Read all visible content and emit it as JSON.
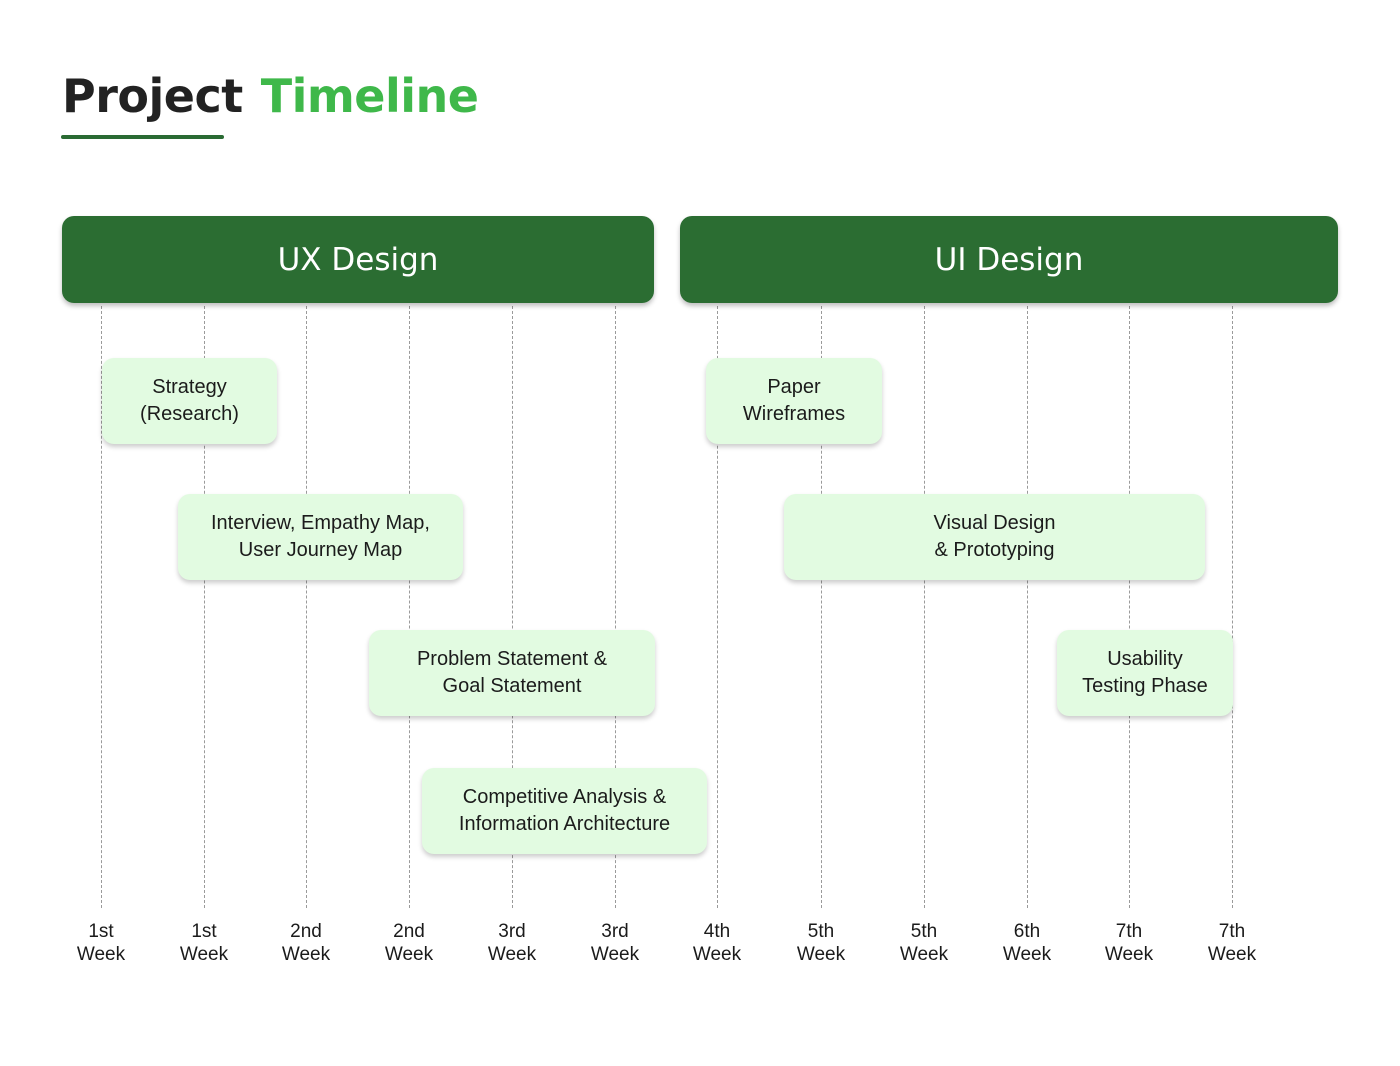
{
  "title": {
    "word1": "Project",
    "word2": "Timeline"
  },
  "colors": {
    "accent_green": "#3fb84a",
    "phase_green": "#2b6d32",
    "task_bg": "#e2fbe1"
  },
  "phases": [
    {
      "label": "UX Design"
    },
    {
      "label": "UI Design"
    }
  ],
  "tasks": [
    {
      "line1": "Strategy",
      "line2": "(Research)"
    },
    {
      "line1": "Interview, Empathy Map,",
      "line2": "User Journey Map"
    },
    {
      "line1": "Problem Statement &",
      "line2": "Goal Statement"
    },
    {
      "line1": "Competitive Analysis &",
      "line2": "Information Architecture"
    },
    {
      "line1": "Paper",
      "line2": "Wireframes"
    },
    {
      "line1": "Visual Design",
      "line2": "& Prototyping"
    },
    {
      "line1": "Usability",
      "line2": "Testing Phase"
    }
  ],
  "weeks": [
    {
      "num": "1st",
      "unit": "Week"
    },
    {
      "num": "1st",
      "unit": "Week"
    },
    {
      "num": "2nd",
      "unit": "Week"
    },
    {
      "num": "2nd",
      "unit": "Week"
    },
    {
      "num": "3rd",
      "unit": "Week"
    },
    {
      "num": "3rd",
      "unit": "Week"
    },
    {
      "num": "4th",
      "unit": "Week"
    },
    {
      "num": "5th",
      "unit": "Week"
    },
    {
      "num": "5th",
      "unit": "Week"
    },
    {
      "num": "6th",
      "unit": "Week"
    },
    {
      "num": "7th",
      "unit": "Week"
    },
    {
      "num": "7th",
      "unit": "Week"
    }
  ]
}
